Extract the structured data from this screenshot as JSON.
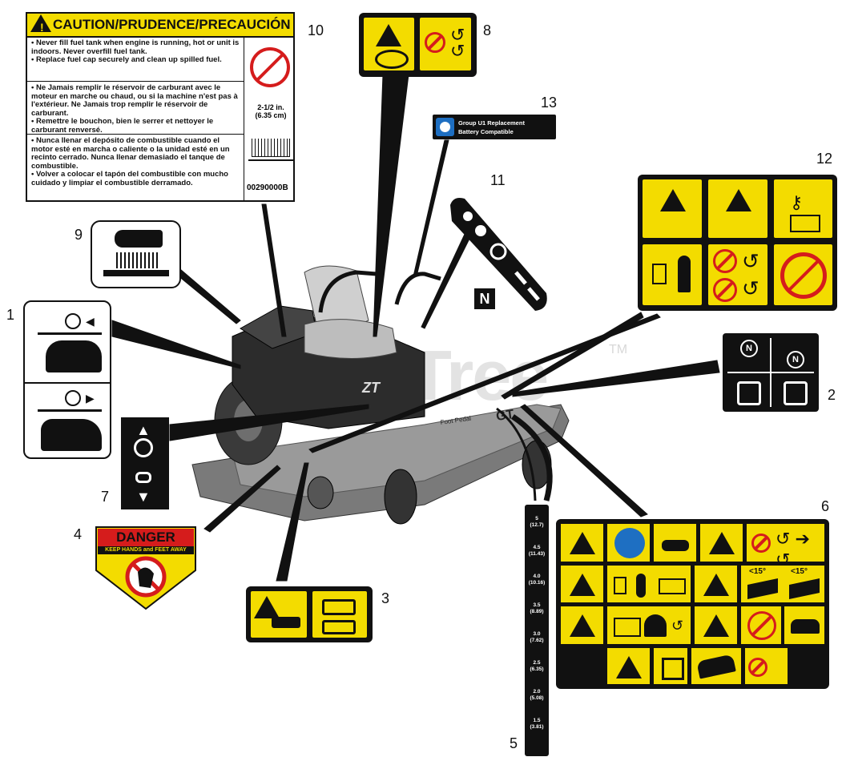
{
  "watermark": "PartsTree",
  "watermark_tm": "TM",
  "caution": {
    "header": "CAUTION/PRUDENCE/PRECAUCIÓN",
    "en": "• Never fill fuel tank when engine is running, hot or unit is indoors. Never overfill fuel tank.\n• Replace fuel cap securely and clean up spilled fuel.",
    "fr": "• Ne Jamais remplir le réservoir de carburant avec le moteur en marche ou chaud, ou si la machine n'est pas à l'extérieur. Ne Jamais trop remplir le réservoir de carburant.\n• Remettre le bouchon, bien le serrer et nettoyer le carburant renversé.",
    "es": "• Nunca llenar el depósito de combustible cuando el motor esté en marcha o caliente o la unidad esté en un recinto cerrado. Nunca llenar demasiado el tanque de combustible.\n• Volver a colocar el tapón del combustible con mucho cuidado y limpiar el combustible derramado.",
    "fill_level": "2-1/2 in.\n(6.35 cm)",
    "part_number": "00290000B"
  },
  "battery_decal": {
    "line1": "Group U1 Replacement",
    "line2": "Battery Compatible"
  },
  "danger": {
    "title": "DANGER",
    "subtitle": "KEEP HANDS and FEET AWAY"
  },
  "decal6": {
    "angle_left": "<15°",
    "angle_right": "<15°"
  },
  "mower": {
    "hood_logo": "ZT",
    "deck_brand": "GT",
    "deck_text": "Foot Pedal"
  },
  "decal5": {
    "heights": [
      "1.5 (3.81)",
      "2.0 (5.08)",
      "2.5 (6.35)",
      "3.0 (7.62)",
      "3.5 (8.89)",
      "4.0 (10.16)",
      "4.5 (11.43)",
      "5 (12.7)"
    ]
  },
  "callouts": {
    "c1": "1",
    "c2": "2",
    "c3": "3",
    "c4": "4",
    "c5": "5",
    "c6": "6",
    "c7": "7",
    "c8": "8",
    "c9": "9",
    "c10": "10",
    "c11": "11",
    "c12": "12",
    "c13": "13"
  },
  "colors": {
    "safety_yellow": "#f3dc00",
    "danger_red": "#d51c1c",
    "black": "#111111",
    "info_blue": "#1e6fc2"
  }
}
